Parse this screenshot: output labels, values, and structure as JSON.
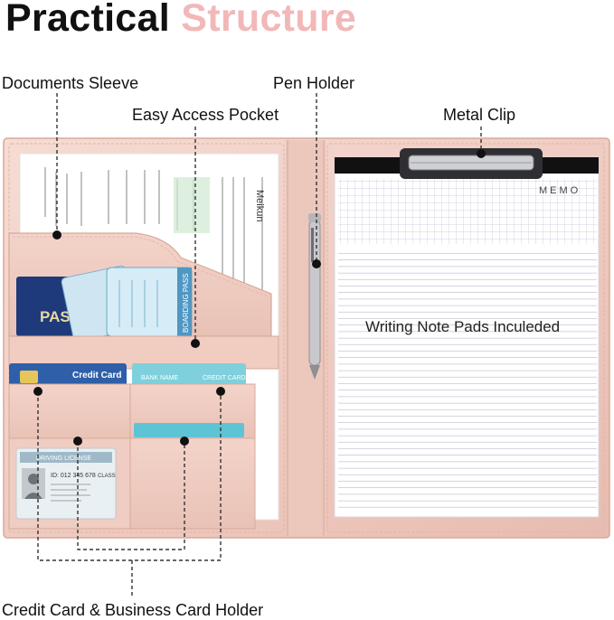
{
  "title": {
    "word1": "Practical",
    "word2": "Structure"
  },
  "labels": {
    "documents_sleeve": "Documents Sleeve",
    "pen_holder": "Pen Holder",
    "easy_access_pocket": "Easy Access Pocket",
    "metal_clip": "Metal Clip",
    "card_holder": "Credit Card & Business Card Holder"
  },
  "notepad": {
    "memo": "MEMO",
    "text": "Writing Note Pads Inculeded"
  },
  "props": {
    "credit_card": "Credit Card",
    "bank_name": "BANK NAME",
    "credit_card_small": "CREDIT CARD",
    "boarding_pass": "BOARDING PASS",
    "passport": "PASS",
    "license_title": "DRIVING LICENSE",
    "license_id": "ID: 012 345 678",
    "license_class": "CLASS",
    "brand": "Meikun"
  },
  "colors": {
    "title_accent": "#f2b8b8",
    "leather": "#f0cfc6",
    "leather_dark": "#d9a99c"
  }
}
